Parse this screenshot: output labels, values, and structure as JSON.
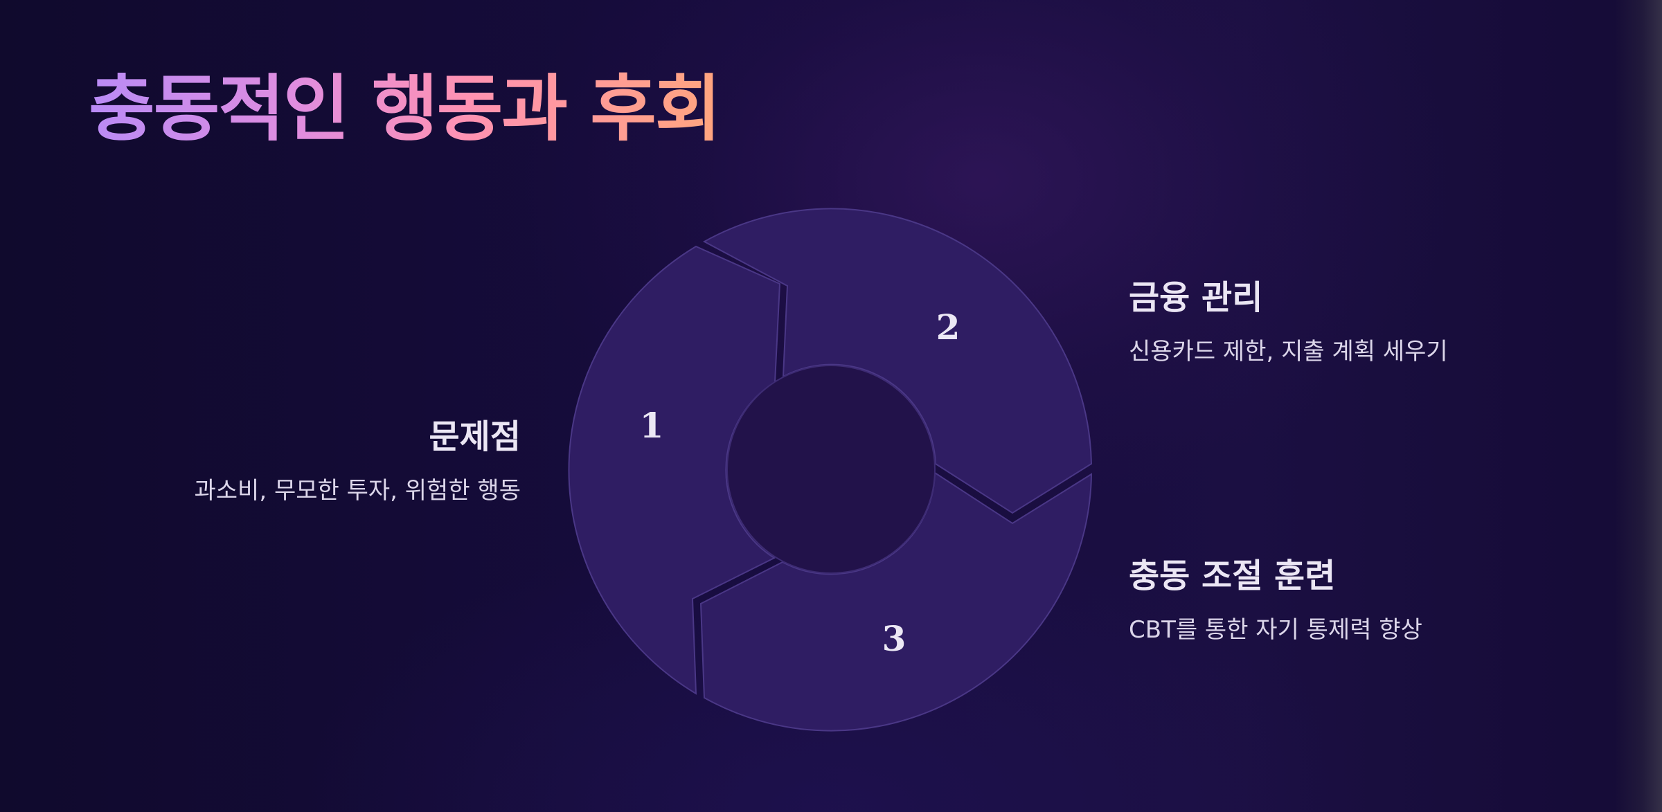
{
  "title": "충동적인 행동과 후회",
  "cycle": {
    "steps": [
      {
        "number": "1",
        "heading": "문제점",
        "description": "과소비, 무모한 투자, 위험한 행동"
      },
      {
        "number": "2",
        "heading": "금융 관리",
        "description": "신용카드 제한, 지출 계획 세우기"
      },
      {
        "number": "3",
        "heading": "충동 조절 훈련",
        "description": "CBT를 통한 자기 통제력 향상"
      }
    ]
  }
}
